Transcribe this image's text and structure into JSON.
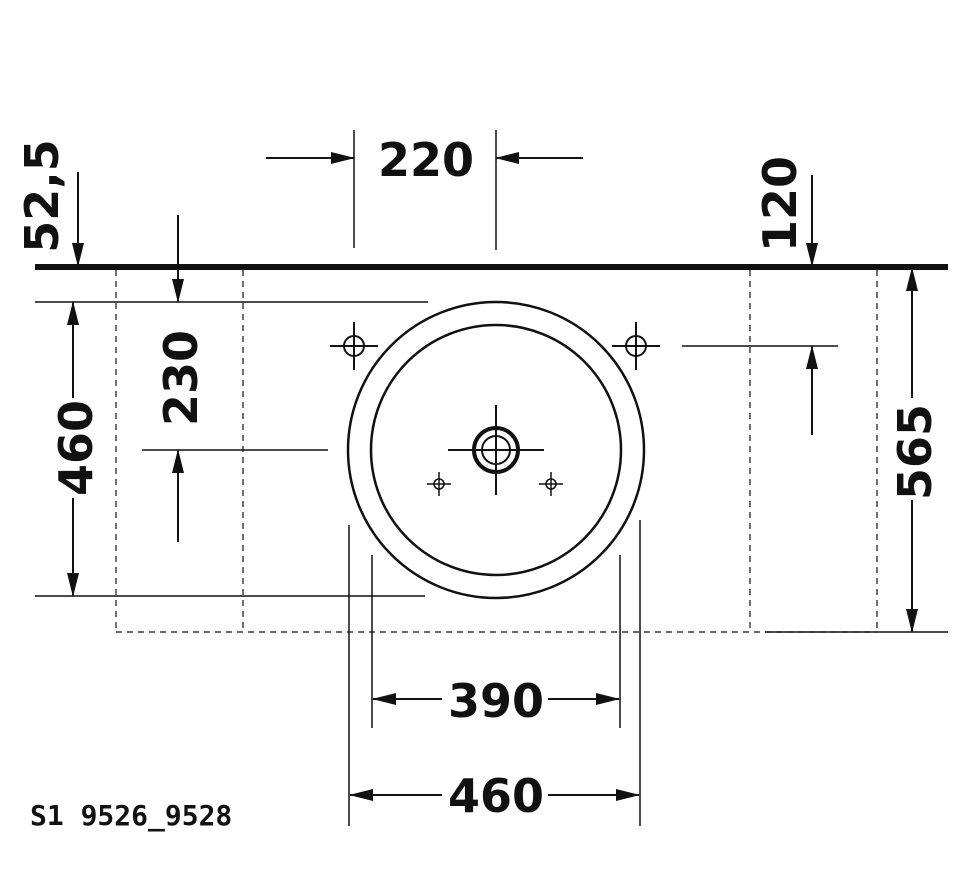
{
  "drawing": {
    "code": "S1 9526_9528",
    "colors": {
      "ink": "#111111",
      "background": "#ffffff"
    },
    "dimensions": {
      "tap_hole_spacing": "220",
      "wall_to_edge": "52,5",
      "wall_to_tap_holes": "120",
      "wall_to_center": "230",
      "countertop_depth": "460",
      "total_depth": "565",
      "inner_diameter": "390",
      "outer_diameter": "460"
    }
  }
}
